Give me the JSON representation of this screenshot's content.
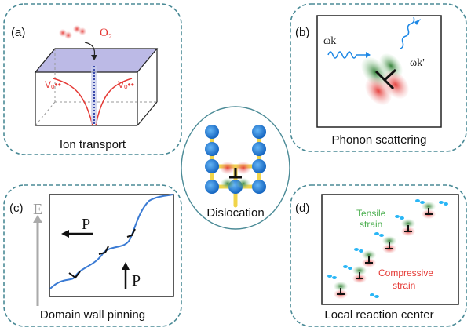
{
  "panels": {
    "a": {
      "label": "(a)",
      "caption": "Ion transport",
      "o2": "O₂",
      "vac": "Vₒ••"
    },
    "b": {
      "label": "(b)",
      "caption": "Phonon scattering",
      "wk": "ωk",
      "wk2": "ωk'"
    },
    "c": {
      "label": "(c)",
      "caption": "Domain wall pinning",
      "e": "E",
      "p1": "P",
      "p2": "P"
    },
    "d": {
      "label": "(d)",
      "caption": "Local reaction center",
      "tensile1": "Tensile",
      "tensile2": "strain",
      "comp1": "Compressive",
      "comp2": "strain"
    }
  },
  "center": {
    "caption": "Dislocation"
  },
  "colors": {
    "border": "#4a8a96",
    "blue_atom": "#1e88e5",
    "bond": "#f0d44a",
    "green": "#43a047",
    "red": "#e53935",
    "plane": "#6b66c8"
  }
}
